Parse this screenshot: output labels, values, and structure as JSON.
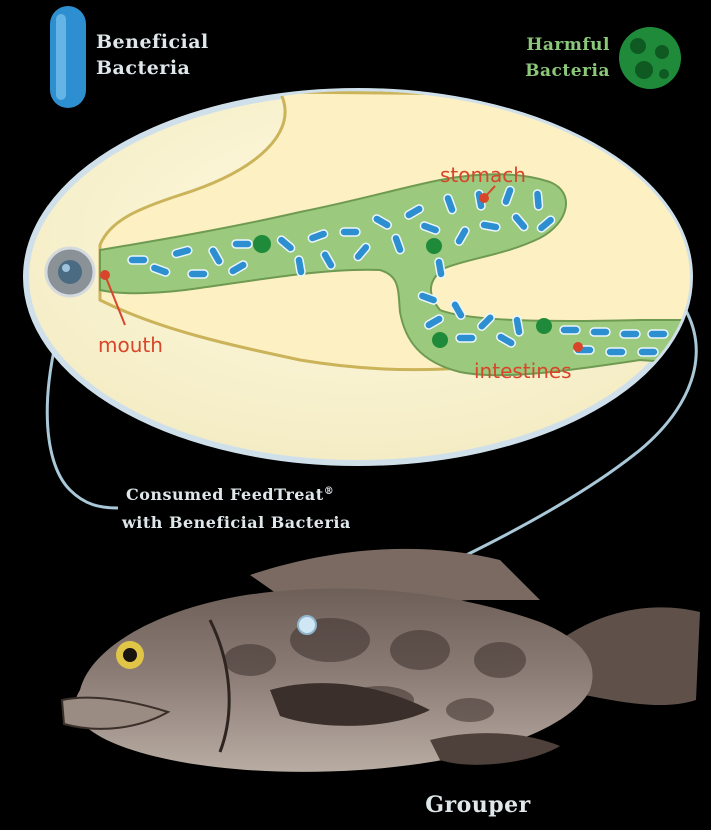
{
  "legend": {
    "beneficial_line1": "Beneficial",
    "beneficial_line2": "Bacteria",
    "harmful_line1": "Harmful",
    "harmful_line2": "Bacteria"
  },
  "labels": {
    "stomach": "stomach",
    "mouth": "mouth",
    "intestines": "intestines",
    "consumed_line1": "Consumed FeedTreat",
    "consumed_mark": "®",
    "consumed_line2": "with Beneficial Bacteria",
    "fish": "Grouper"
  },
  "colors": {
    "background": "#000000",
    "ellipse_fill": "#fbf5d3",
    "tract_fill": "#9bc97d",
    "beneficial": "#2e8fd0",
    "harmful": "#1f8b3a",
    "organ_label": "#d8452a"
  }
}
